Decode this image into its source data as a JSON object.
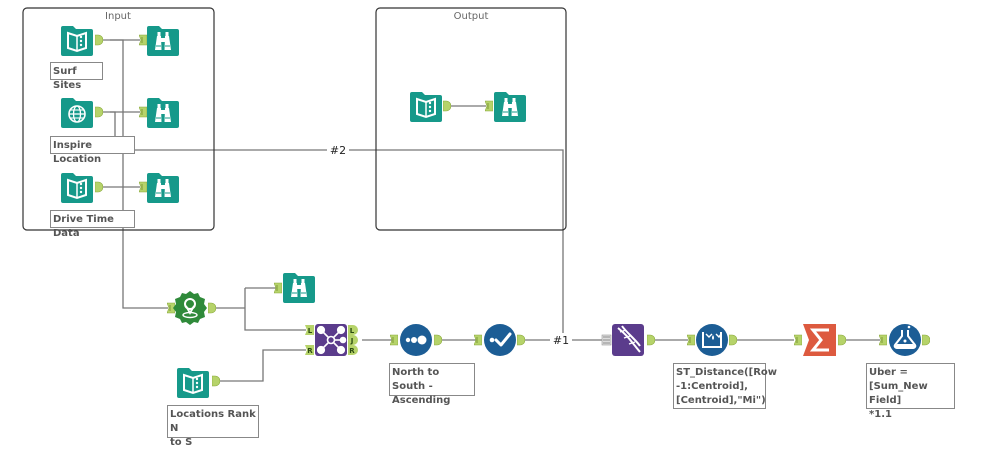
{
  "containers": {
    "input": {
      "title": "Input"
    },
    "output": {
      "title": "Output"
    }
  },
  "annotations": {
    "surf_sites": "Surf Sites",
    "inspire_location": "Inspire Location",
    "drive_time_data": "Drive Time Data",
    "locations_rank": "Locations Rank N\nto S",
    "sort": "North to South -\nAscending",
    "distance_formula": "ST_Distance([Row\n-1:Centroid],\n[Centroid],\"Mi\")",
    "uber_formula": "Uber =\n[Sum_New Field]\n*1.1"
  },
  "wire_labels": {
    "wire1": "#1",
    "wire2": "#2"
  },
  "join_anchors": {
    "in_left": "L",
    "in_right": "R",
    "out_left": "L",
    "out_join": "J",
    "out_right": "R"
  },
  "colors": {
    "teal_tool": "#16998a",
    "anchor_green": "#b6d36a",
    "blue_tool": "#1c5d95",
    "purple_tool": "#5b3c8c",
    "green_spatial": "#2f8a3a",
    "sum_orange": "#dd5a3f",
    "wire": "#777777"
  }
}
